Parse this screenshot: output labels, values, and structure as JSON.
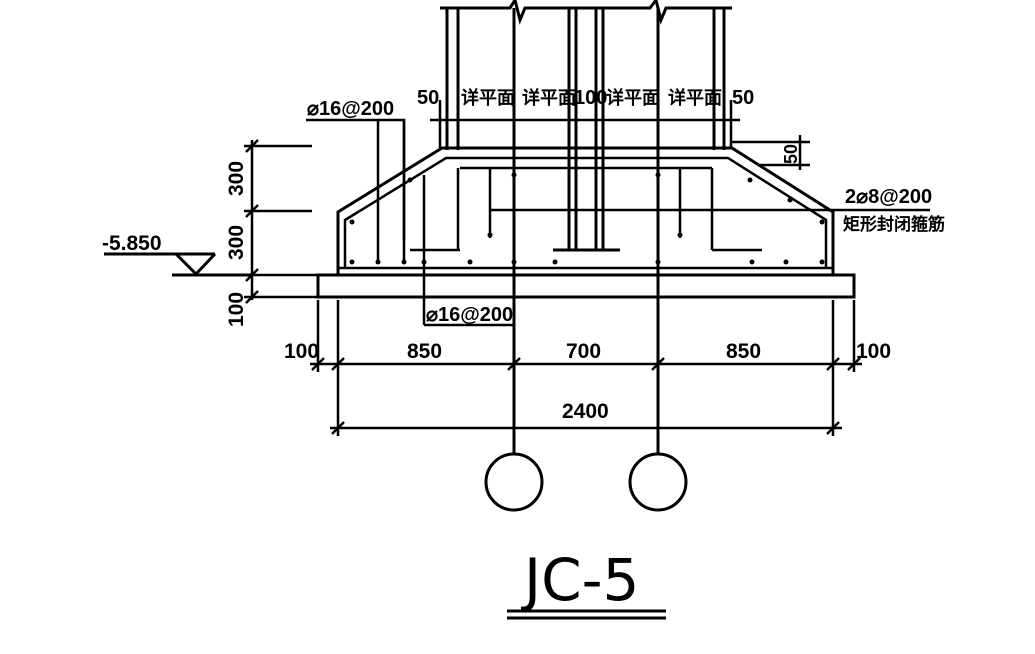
{
  "drawing": {
    "title": "JC-5",
    "elevation": "-5.850",
    "labels": {
      "top_left_rebar": "⌀16@200",
      "bottom_rebar": "⌀16@200",
      "right_rebar_line1": "2⌀8@200",
      "right_rebar_line2": "矩形封闭箍筋",
      "col_face_1": "详平面",
      "col_face_2": "详平面",
      "col_face_3": "详平面",
      "col_face_4": "详平面",
      "gap_left": "50",
      "gap_mid": "100",
      "gap_right": "50",
      "small_right": "50"
    },
    "dimensions": {
      "vertical": [
        "300",
        "300",
        "100"
      ],
      "horizontal": [
        "100",
        "850",
        "700",
        "850",
        "100"
      ],
      "total": "2400"
    }
  }
}
